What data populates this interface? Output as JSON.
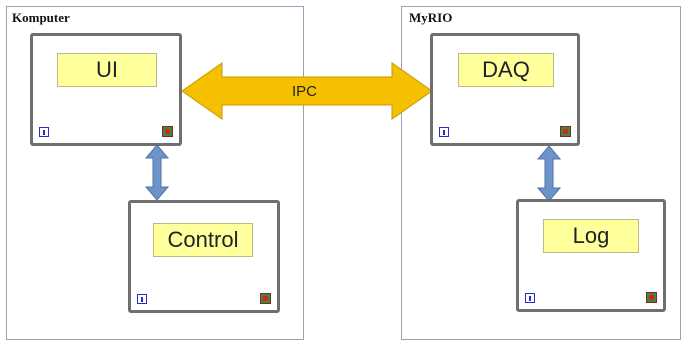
{
  "panels": {
    "left_title": "Komputer",
    "right_title": "MyRIO"
  },
  "blocks": {
    "ui": "UI",
    "control": "Control",
    "daq": "DAQ",
    "log": "Log"
  },
  "connector": {
    "label": "IPC"
  },
  "colors": {
    "label_fill": "#ffff9c",
    "ipc_arrow": "#f5c000",
    "link_arrow": "#6c94c8",
    "loop_border": "#6f6f6f"
  }
}
